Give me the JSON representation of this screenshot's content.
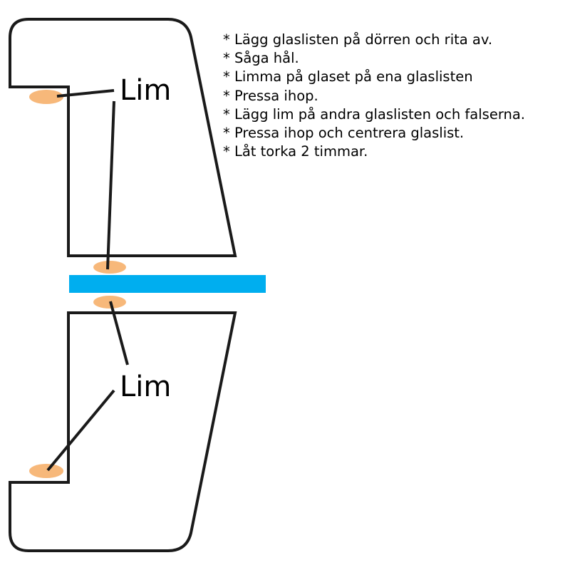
{
  "labels": {
    "top_glue": "Lim",
    "bottom_glue": "Lim"
  },
  "instructions": {
    "bullet": "*",
    "steps": [
      "Lägg glaslisten på dörren och rita av.",
      "Såga hål.",
      "Limma på glaset på ena glaslisten",
      "Pressa ihop.",
      "Lägg lim på andra glaslisten och falserna.",
      "Pressa ihop och centrera glaslist.",
      "Låt torka 2 timmar."
    ]
  },
  "colors": {
    "outline": "#1a1a1a",
    "glass": "#00aeef",
    "glue": "#f7b87a",
    "text": "#000000",
    "background": "#ffffff"
  }
}
